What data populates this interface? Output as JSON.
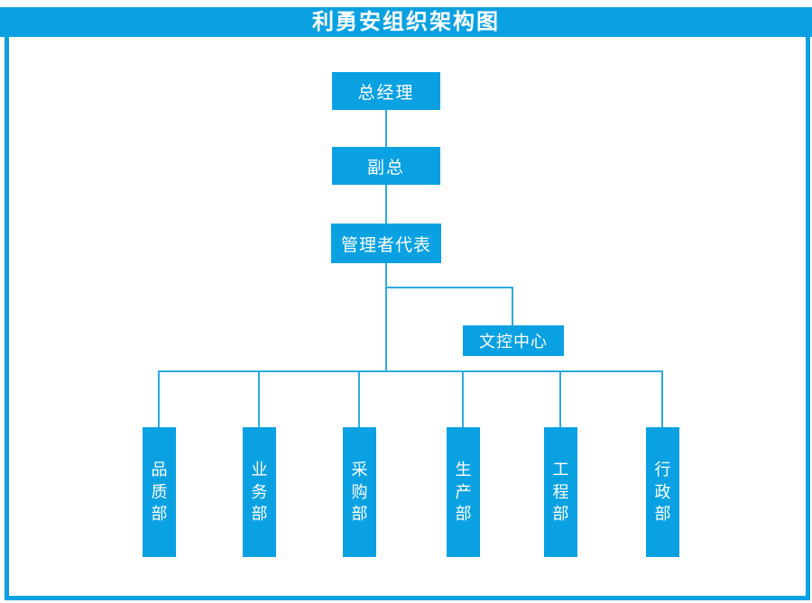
{
  "title": "利勇安组织架构图",
  "colors": {
    "primary_blue": "#0aa1e2",
    "line_blue": "#2aabe2",
    "text_white": "#ffffff",
    "background": "#ffffff"
  },
  "org": {
    "chain": [
      {
        "label": "总经理"
      },
      {
        "label": "副总"
      },
      {
        "label": "管理者代表"
      }
    ],
    "side_node": {
      "label": "文控中心"
    },
    "departments": [
      {
        "label": "品质部"
      },
      {
        "label": "业务部"
      },
      {
        "label": "采购部"
      },
      {
        "label": "生产部"
      },
      {
        "label": "工程部"
      },
      {
        "label": "行政部"
      }
    ]
  }
}
